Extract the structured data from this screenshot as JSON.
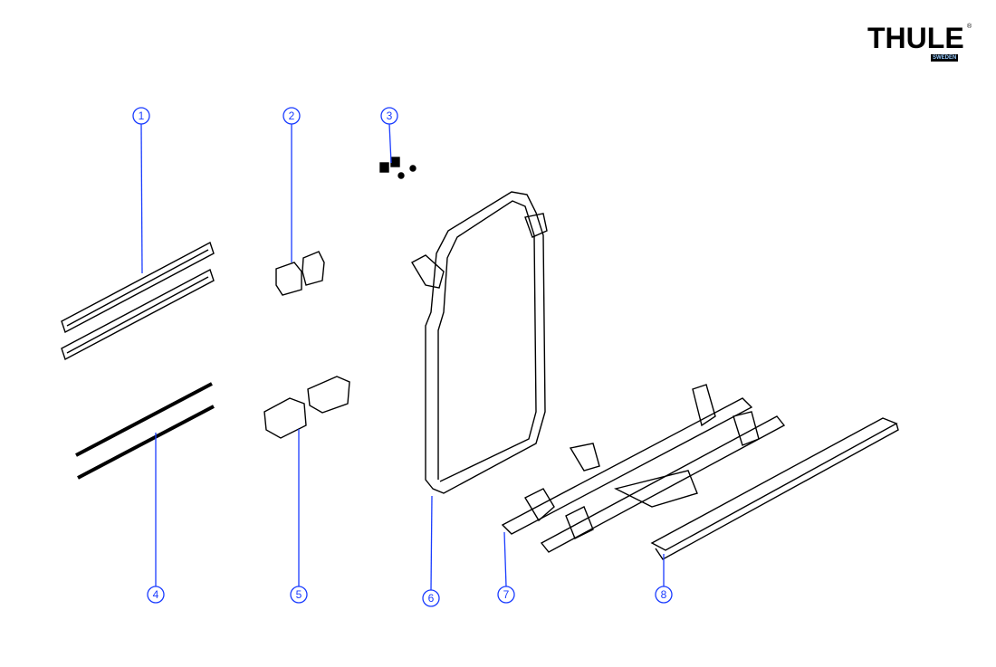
{
  "logo": {
    "brand": "THULE",
    "sub": "SWEDEN",
    "reg": "®"
  },
  "callouts": [
    {
      "number": "1",
      "part": "rails"
    },
    {
      "number": "2",
      "part": "small-brackets"
    },
    {
      "number": "3",
      "part": "clips"
    },
    {
      "number": "4",
      "part": "rubber-strips"
    },
    {
      "number": "5",
      "part": "mounting-brackets"
    },
    {
      "number": "6",
      "part": "frame"
    },
    {
      "number": "7",
      "part": "bike-platform"
    },
    {
      "number": "8",
      "part": "wheel-rail"
    }
  ],
  "colors": {
    "callout": "#1a3cff",
    "line_art": "#000000"
  }
}
